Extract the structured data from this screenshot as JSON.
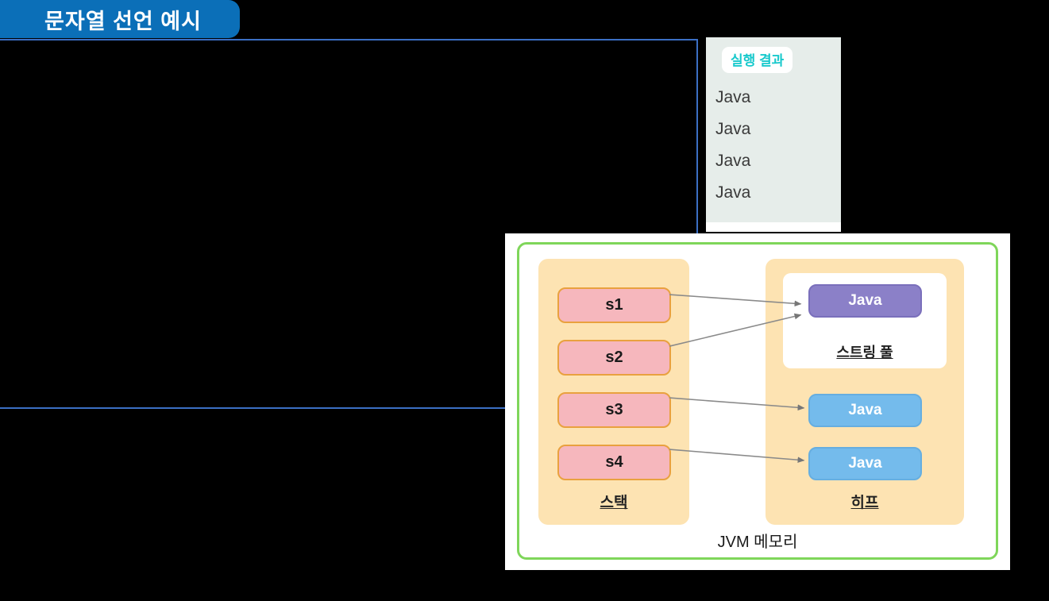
{
  "header": {
    "tab_label": "문자열 선언 예시",
    "tab_color": "#0b6fb8"
  },
  "code_frame": {
    "border_color": "#3b6fc4",
    "background": "#000000",
    "content": ""
  },
  "result_panel": {
    "badge_label": "실행 결과",
    "badge_text_color": "#18c9cc",
    "background": "#e6edea",
    "lines": [
      "Java",
      "Java",
      "Java",
      "Java"
    ]
  },
  "diagram": {
    "card_border_color": "#7fd65a",
    "bottom_label": "JVM 메모리",
    "stack": {
      "label": "스택",
      "region_color": "#fde3b2",
      "variables": [
        {
          "name": "s1"
        },
        {
          "name": "s2"
        },
        {
          "name": "s3"
        },
        {
          "name": "s4"
        }
      ]
    },
    "heap": {
      "label": "히프",
      "region_color": "#fde3b2",
      "string_pool": {
        "label": "스트링 풀",
        "objects": [
          {
            "name": "Java",
            "color": "#8b80c8"
          }
        ]
      },
      "objects": [
        {
          "name": "Java",
          "color": "#74bbec"
        },
        {
          "name": "Java",
          "color": "#74bbec"
        }
      ]
    },
    "arrows": [
      {
        "from": "s1",
        "to": "pool-java"
      },
      {
        "from": "s2",
        "to": "pool-java"
      },
      {
        "from": "s3",
        "to": "heap-java-1"
      },
      {
        "from": "s4",
        "to": "heap-java-2"
      }
    ]
  }
}
